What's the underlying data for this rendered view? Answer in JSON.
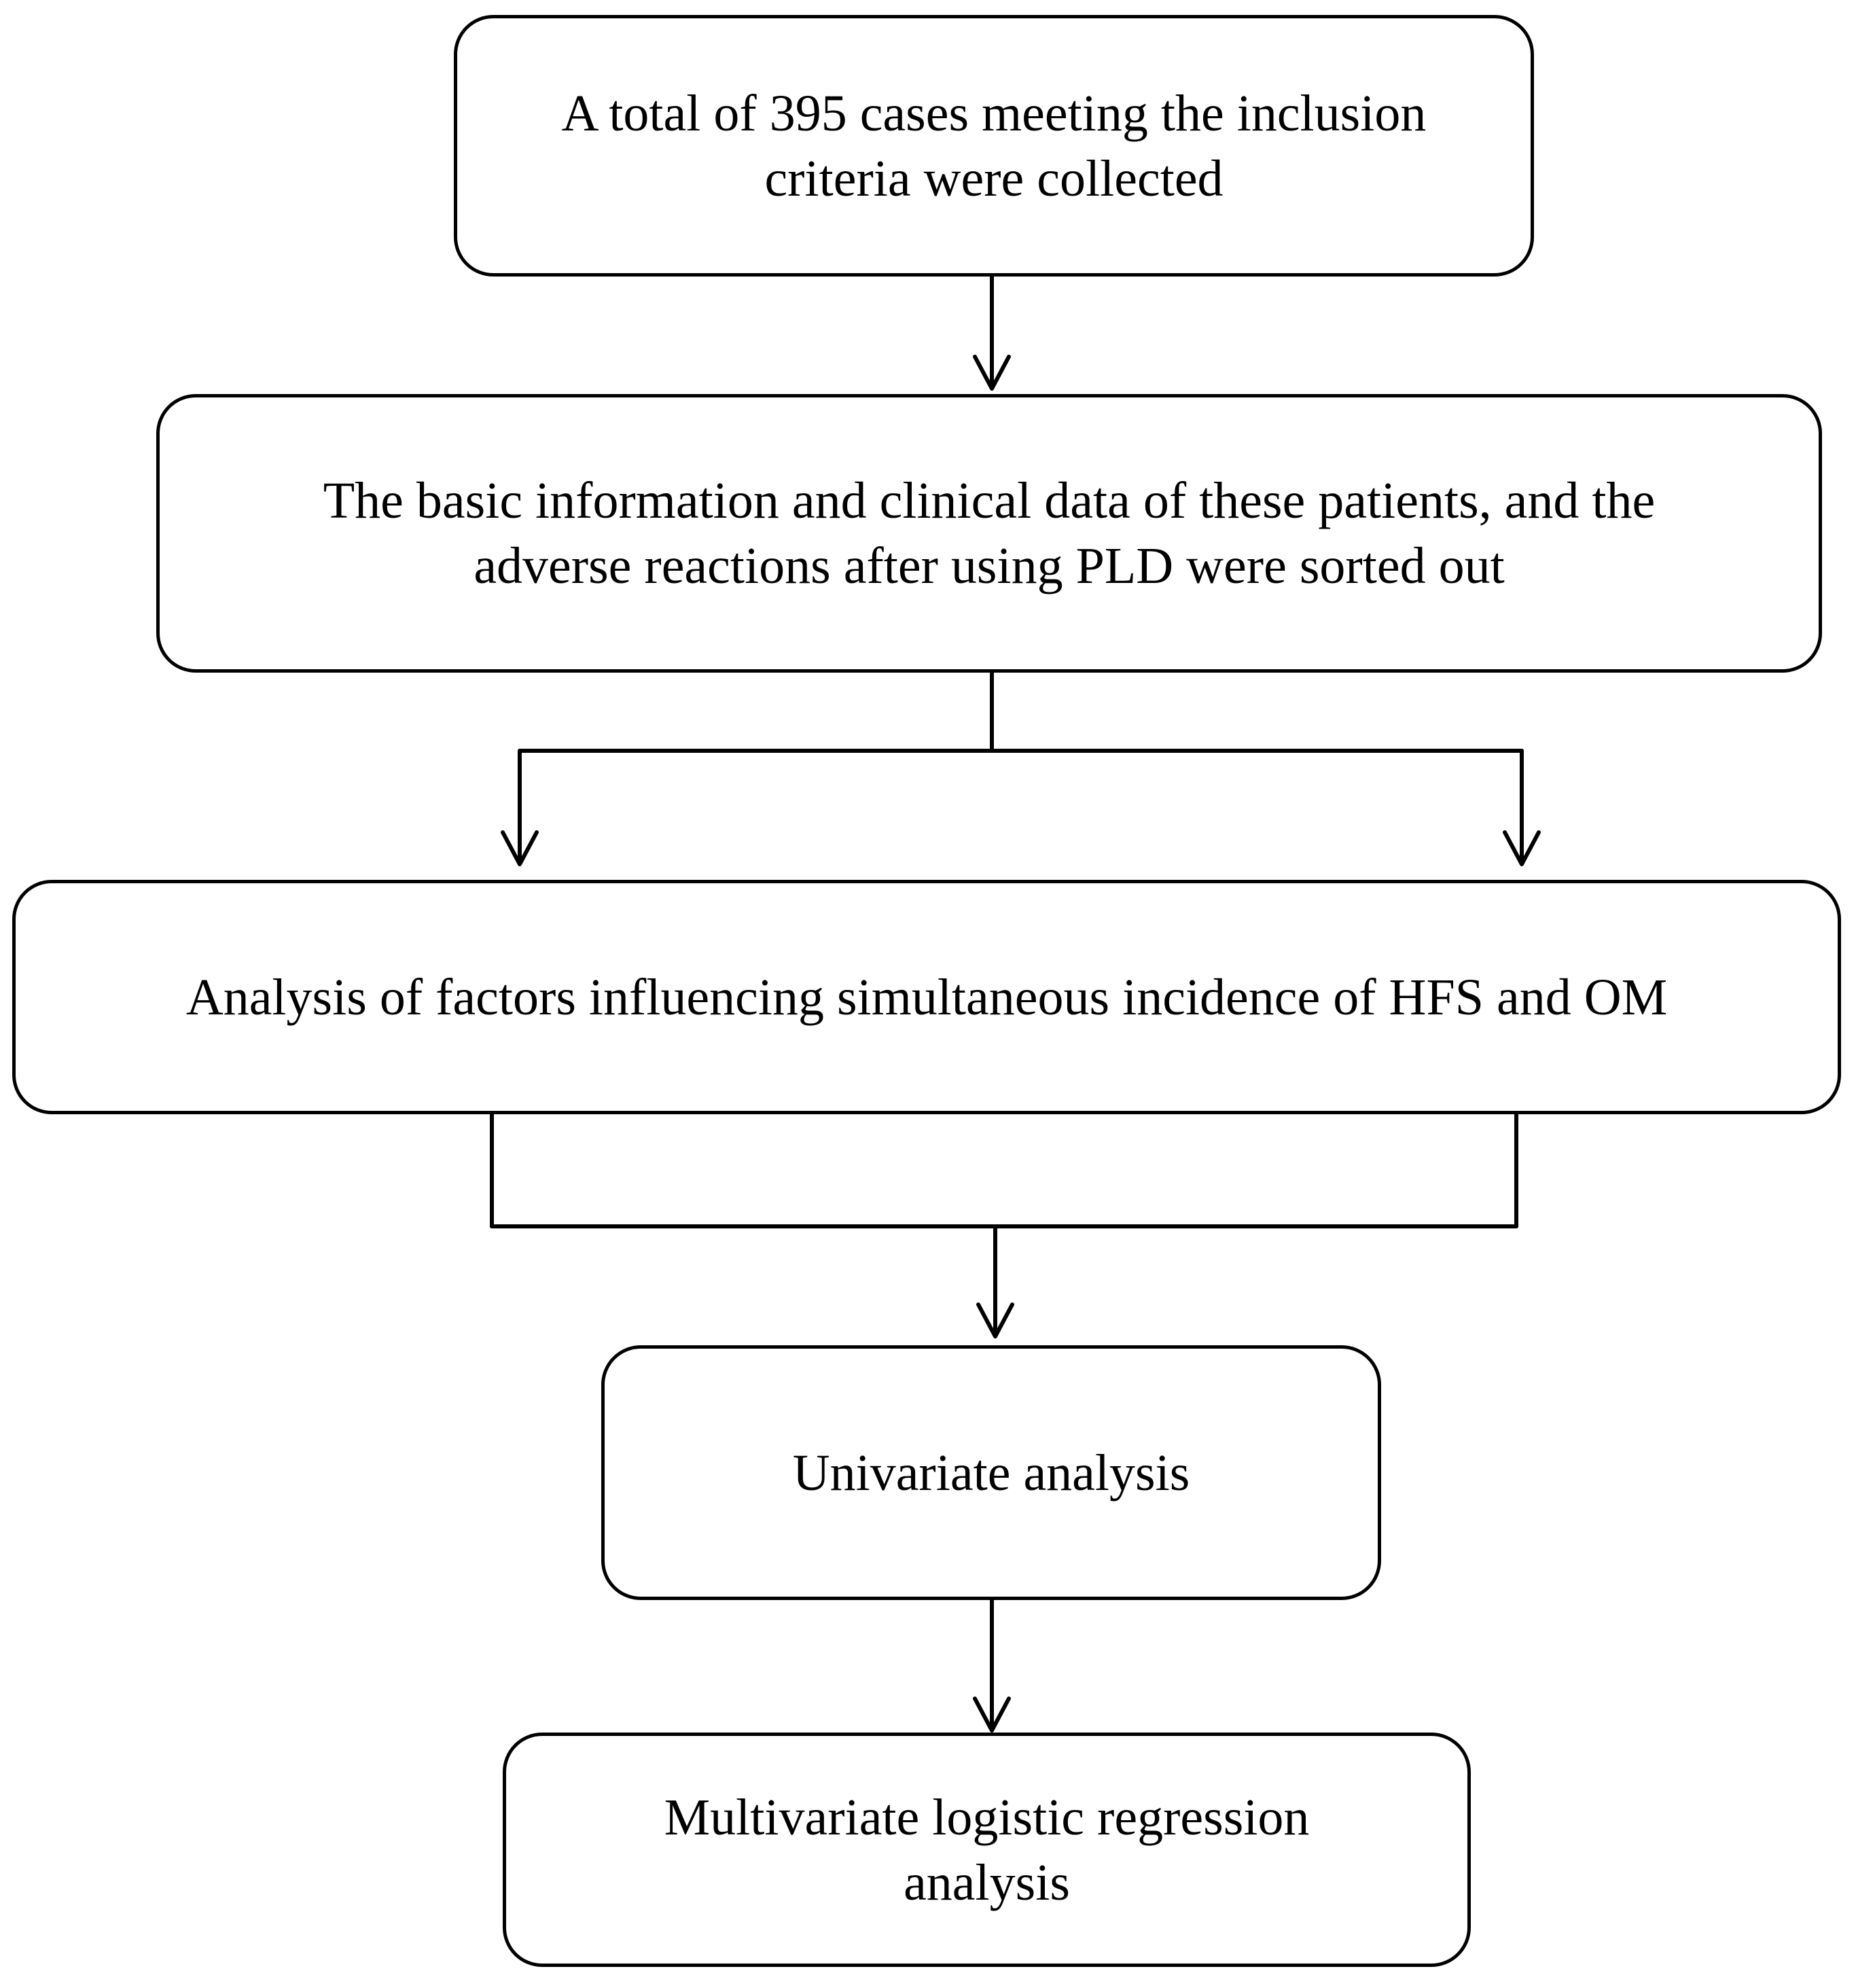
{
  "flow": {
    "step1": {
      "line1": "A total of 395 cases meeting the inclusion",
      "line2": "criteria were collected"
    },
    "step2": {
      "line1": "The basic information and clinical data of these patients, and the",
      "line2": "adverse reactions after using PLD were sorted out"
    },
    "step3": {
      "line1": "Analysis of factors influencing simultaneous incidence of HFS and OM"
    },
    "step4": {
      "line1": "Univariate analysis"
    },
    "step5": {
      "line1": "Multivariate logistic regression",
      "line2": "analysis"
    }
  }
}
